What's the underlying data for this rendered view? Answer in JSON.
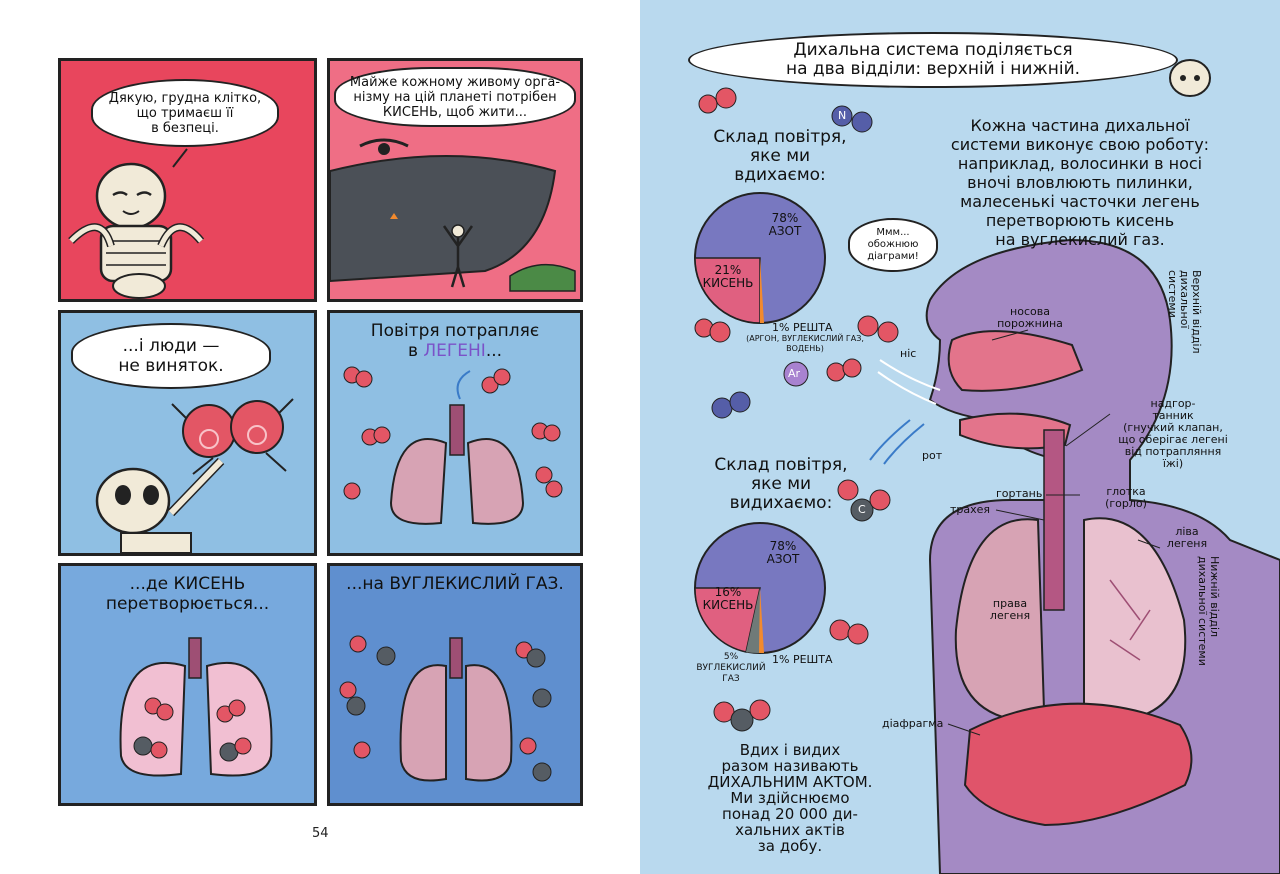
{
  "left_page": {
    "page_number": "54",
    "panel1": {
      "speech": "Дякую, грудна клітко,\nщо тримаєш її\nв безпеці."
    },
    "panel2": {
      "speech": "Майже кожному живому орга-\nнізму на цій планеті потрібен\nКИСЕНЬ, щоб жити..."
    },
    "panel3": {
      "speech": "...і люди —\nне виняток."
    },
    "panel4": {
      "caption_prefix": "Повітря потрапляє\nв ",
      "caption_highlight": "ЛЕГЕНІ",
      "caption_suffix": "..."
    },
    "panel5": {
      "caption": "...де КИСЕНЬ\nперетворюється..."
    },
    "panel6": {
      "caption": "...на ВУГЛЕКИСЛИЙ ГАЗ."
    }
  },
  "right_page": {
    "top_speech": "Дихальна система поділяється\nна два відділи: верхній і нижній.",
    "inhaled": {
      "title": "Склад повітря,\nяке ми\nвдихаємо:",
      "slice_nitrogen": "78%\nАЗОТ",
      "slice_oxygen": "21%\nКИСЕНЬ",
      "rest_label": "1% РЕШТА",
      "rest_detail": "(АРГОН, ВУГЛЕКИСЛИЙ ГАЗ,\nВОДЕНЬ)"
    },
    "exhaled": {
      "title": "Склад повітря,\nяке ми\nвидихаємо:",
      "slice_nitrogen": "78%\nАЗОТ",
      "slice_oxygen": "16%\nКИСЕНЬ",
      "co2_label": "5%\nВУГЛЕКИСЛИЙ\nГАЗ",
      "rest_label": "1% РЕШТА"
    },
    "description": "Кожна частина дихальної\nсистеми виконує свою роботу:\nнаприклад, волосинки в носі\nвночі вловлюють пилинки,\nмалесенькі часточки легень\nперетворюють кисень\nна вуглекислий газ.",
    "diagram_speech": "Ммм...\nобожнюю\nдіаграми!",
    "molecule_labels": {
      "nitrogen": "N",
      "argon": "Ar",
      "carbon": "C"
    },
    "labels": {
      "nasal_cavity": "носова\nпорожнина",
      "nose": "ніс",
      "mouth": "рот",
      "epiglottis": "надгор-\nтанник\n(гнучкий клапан,\nщо оберігає легені\nвід потрапляння\nїжі)",
      "larynx": "гортань",
      "pharynx": "глотка\n(горло)",
      "trachea": "трахея",
      "left_lung": "ліва\nлегеня",
      "right_lung": "права\nлегеня",
      "diaphragm": "діафрагма",
      "upper_section": "Верхній відділ\nдихальної\nсистеми",
      "lower_section": "Нижній відділ\nдихальної системи"
    },
    "breath_act": "Вдих і видих\nразом називають\nДИХАЛЬНИМ АКТОМ.\nМи здійснюємо\nпонад 20 000 ди-\nхальних актів\nза добу."
  },
  "colors": {
    "panel_red": "#e8465d",
    "panel_blue": "#8fbfe3",
    "panel_darkblue": "#5f8fcf",
    "page_blue": "#b9d9ee",
    "body_purple": "#a48ac4",
    "lung_pink": "#d7a3b4",
    "pie_nitrogen": "#7878c0",
    "pie_oxygen": "#e06080",
    "oxygen_red": "#e35665",
    "carbon_grey": "#555c63",
    "highlight_purple": "#7b52c8"
  },
  "chart_data": [
    {
      "type": "pie",
      "title": "Склад повітря, яке ми вдихаємо:",
      "categories": [
        "АЗОТ",
        "КИСЕНЬ",
        "РЕШТА"
      ],
      "values": [
        78,
        21,
        1
      ]
    },
    {
      "type": "pie",
      "title": "Склад повітря, яке ми видихаємо:",
      "categories": [
        "АЗОТ",
        "КИСЕНЬ",
        "ВУГЛЕКИСЛИЙ ГАЗ",
        "РЕШТА"
      ],
      "values": [
        78,
        16,
        5,
        1
      ]
    }
  ]
}
